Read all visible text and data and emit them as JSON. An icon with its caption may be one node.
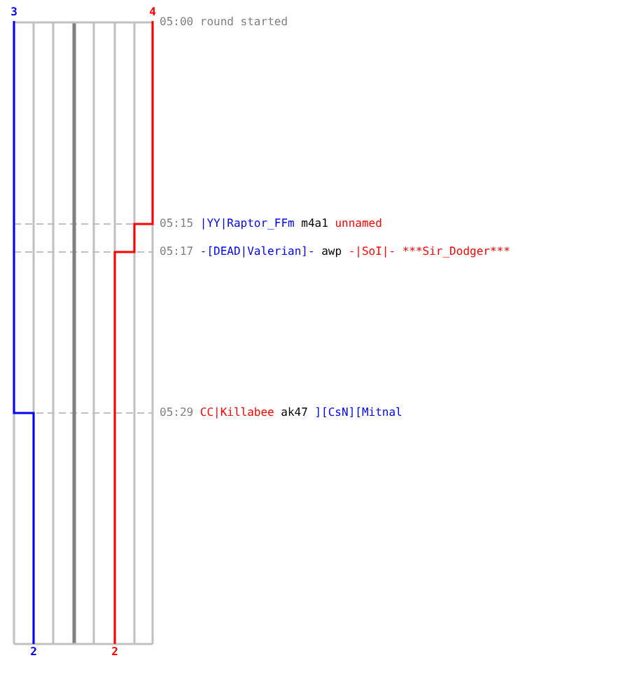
{
  "diagram": {
    "labels": [
      "3",
      "4",
      "05:00 round started",
      "05:15",
      "|YY|Raptor_FFm",
      "m4a1",
      "unnamed",
      "05:17",
      "-[DEAD|Valerian]-",
      "awp",
      "-|SoI|-",
      "***Sir_Dodger***",
      "05:29",
      "CC|Killabee",
      "ak47",
      "][CsN][Mitnal",
      "2",
      "2"
    ]
  }
}
